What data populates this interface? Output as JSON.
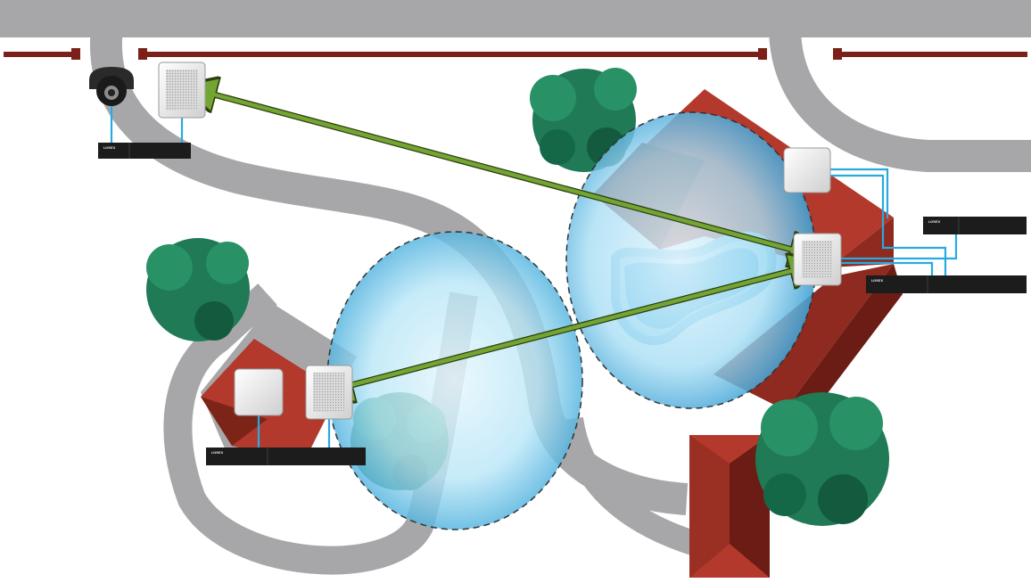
{
  "scene": {
    "colors": {
      "road": "#a7a7a9",
      "fence": "#7b211a",
      "roof": "#b3392c",
      "roof_dark": "#6b1c14",
      "tree": "#1f7a55",
      "tree_dark": "#135a3e",
      "coverage": "#7fd0ef",
      "link": "#73a533",
      "cable": "#29a9e0",
      "device_body": "#e6e6e6",
      "nvr": "#1c1c1c",
      "pool": "#4fb6e6"
    },
    "devices": [
      {
        "id": "camera",
        "icon": "dome-camera-icon"
      },
      {
        "id": "bridge-top-left",
        "icon": "wireless-bridge-icon"
      },
      {
        "id": "nvr-top-left",
        "icon": "network-recorder-icon",
        "brand": "LOREX"
      },
      {
        "id": "ap-right",
        "icon": "access-point-icon"
      },
      {
        "id": "nvr-right-upper",
        "icon": "network-recorder-icon",
        "brand": "LOREX"
      },
      {
        "id": "bridge-right",
        "icon": "wireless-bridge-icon"
      },
      {
        "id": "nvr-right-lower",
        "icon": "network-recorder-icon",
        "brand": "LOREX"
      },
      {
        "id": "ap-left",
        "icon": "access-point-icon"
      },
      {
        "id": "bridge-left",
        "icon": "wireless-bridge-icon"
      },
      {
        "id": "nvr-left",
        "icon": "network-recorder-icon",
        "brand": "LOREX"
      }
    ],
    "links": [
      {
        "from": "bridge-right",
        "to": "bridge-top-left"
      },
      {
        "from": "bridge-right",
        "to": "bridge-left"
      }
    ]
  }
}
